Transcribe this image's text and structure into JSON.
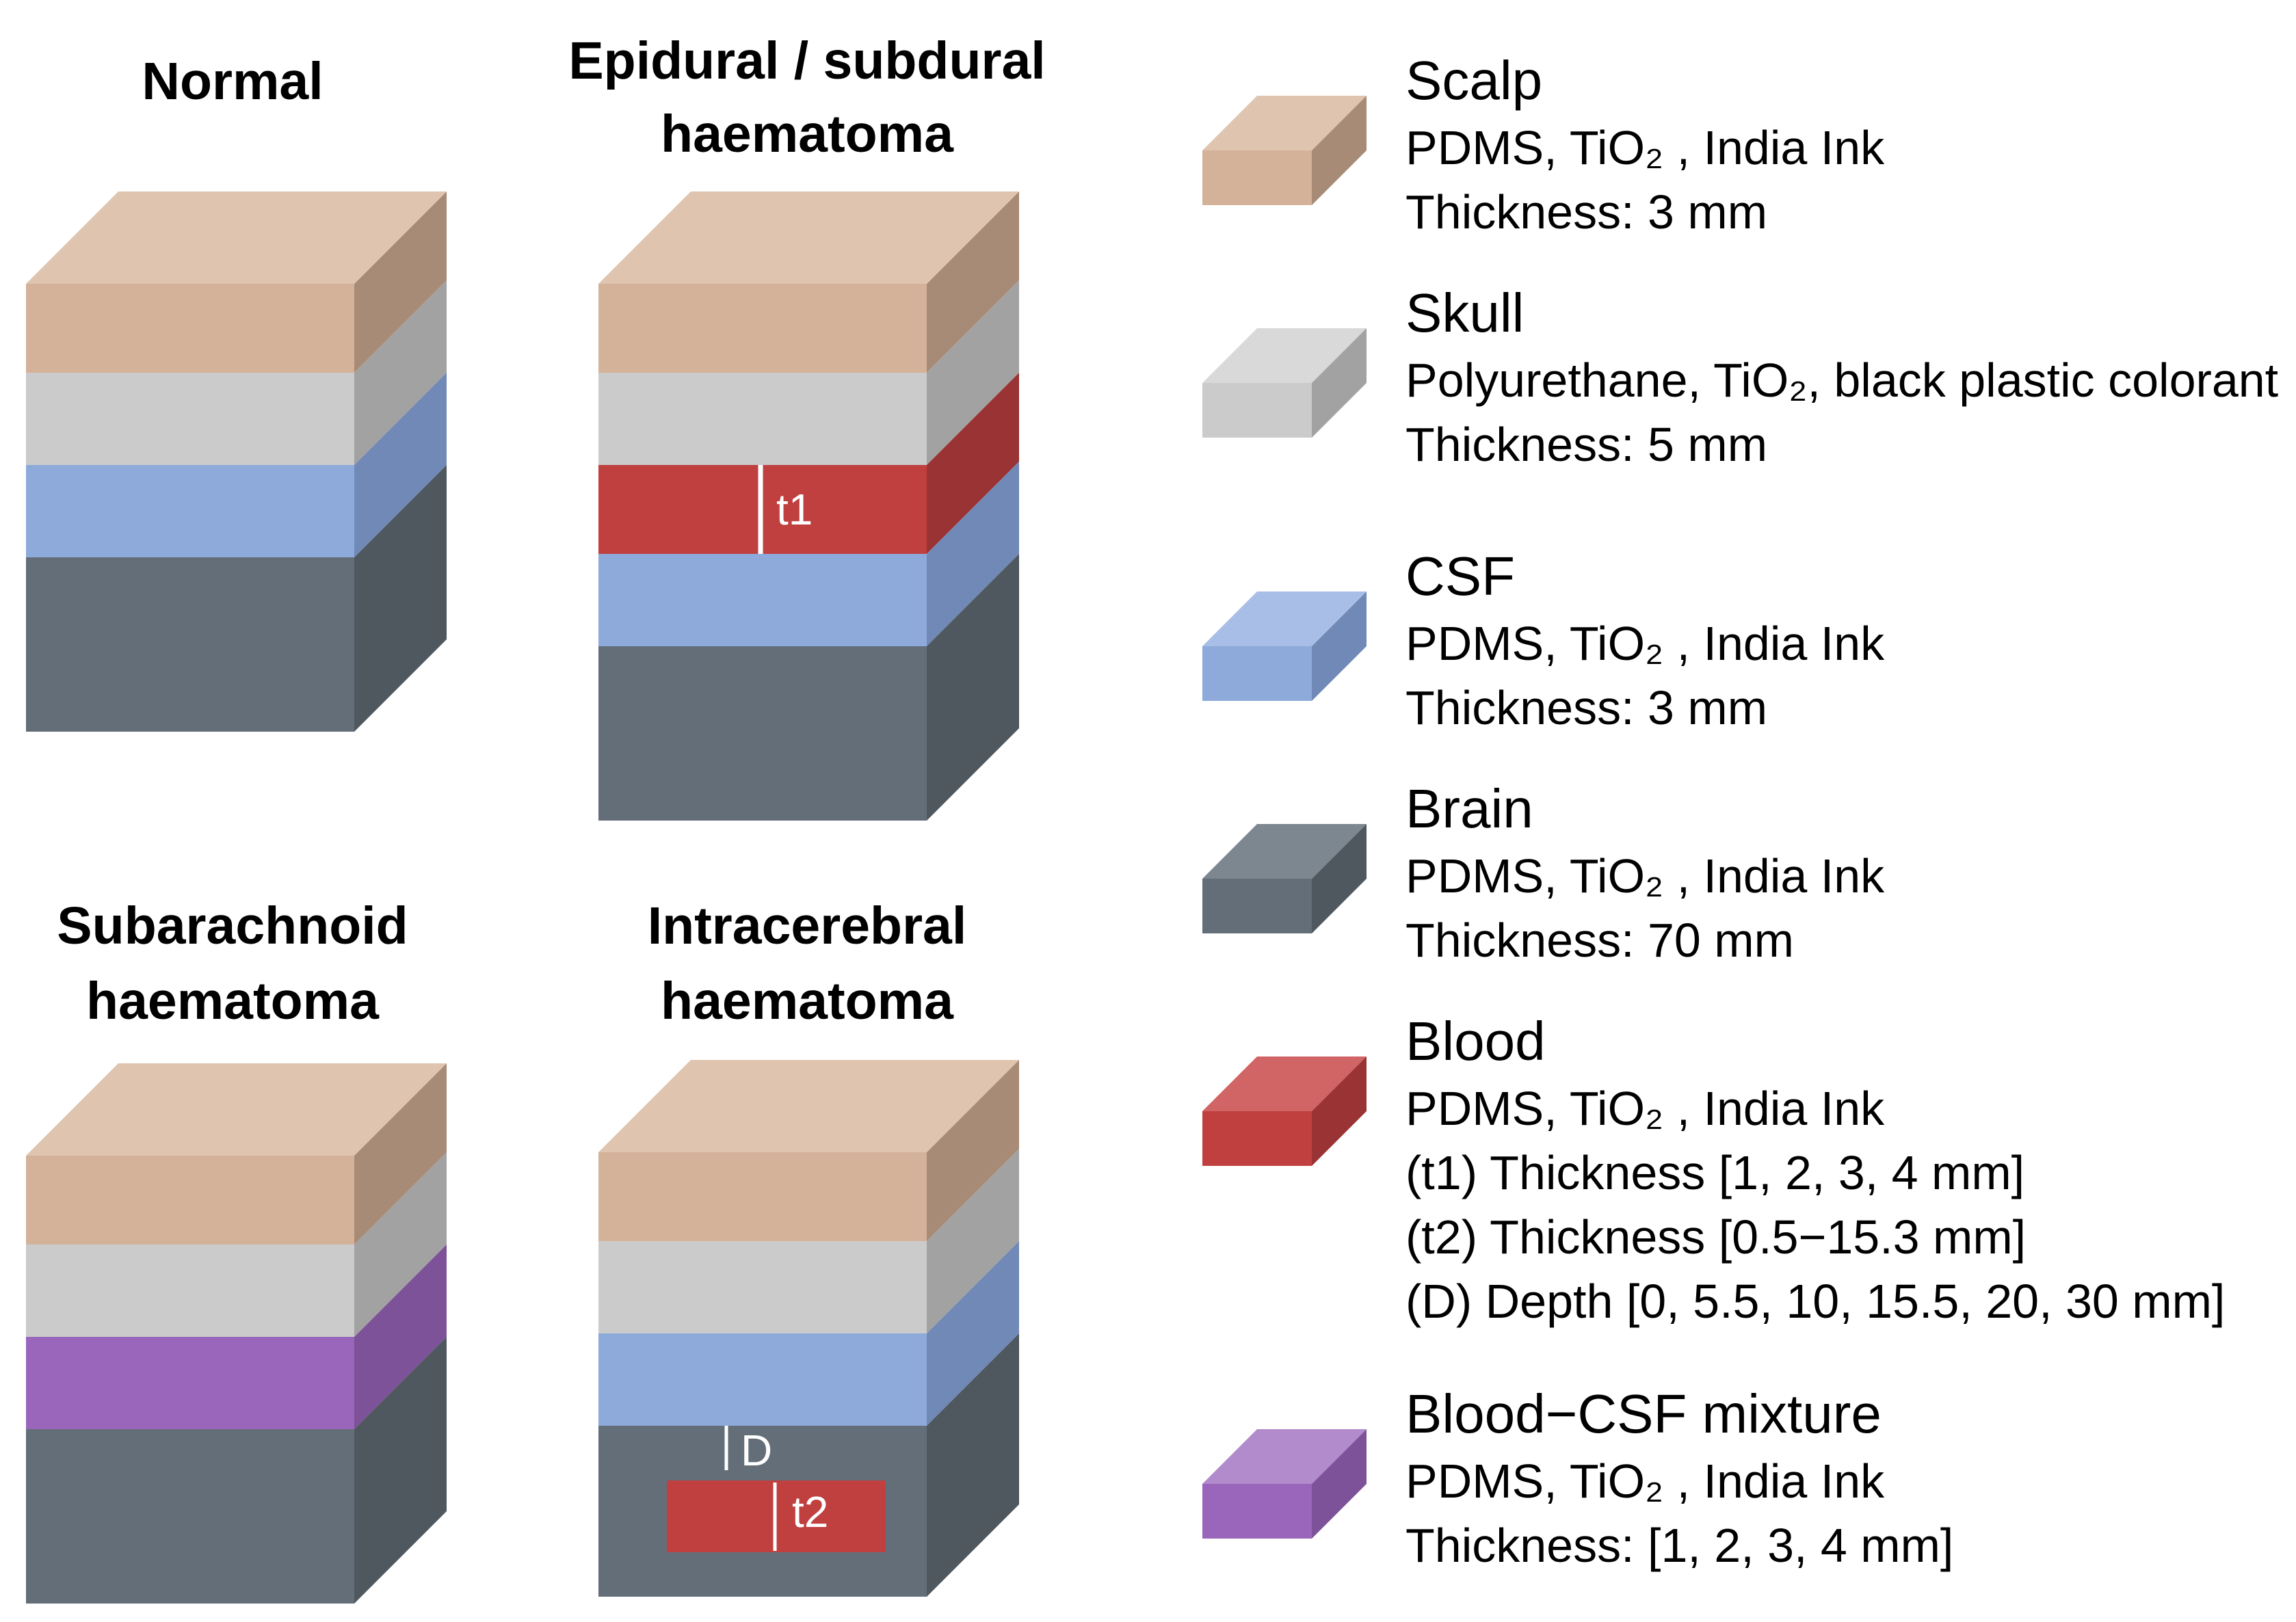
{
  "panels": {
    "normal": {
      "title_lines": [
        "Normal"
      ]
    },
    "epidural": {
      "title_lines": [
        "Epidural / subdural",
        "haematoma"
      ],
      "mark": "t1"
    },
    "subarachnoid": {
      "title_lines": [
        "Subarachnoid",
        "haematoma"
      ]
    },
    "intracerebral": {
      "title_lines": [
        "Intracerebral",
        "haematoma"
      ],
      "mark_depth": "D",
      "mark_thickness": "t2"
    }
  },
  "legend": [
    {
      "key": "scalp",
      "name": "Scalp",
      "lines": [
        "PDMS, TiO₂ , India Ink",
        "Thickness: 3 mm"
      ]
    },
    {
      "key": "skull",
      "name": "Skull",
      "lines": [
        "Polyurethane, TiO₂, black plastic colorant",
        "Thickness: 5 mm"
      ]
    },
    {
      "key": "csf",
      "name": "CSF",
      "lines": [
        "PDMS, TiO₂ , India Ink",
        "Thickness: 3 mm"
      ]
    },
    {
      "key": "brain",
      "name": "Brain",
      "lines": [
        "PDMS, TiO₂ , India Ink",
        "Thickness: 70 mm"
      ]
    },
    {
      "key": "blood",
      "name": "Blood",
      "lines": [
        "PDMS, TiO₂ , India Ink",
        "(t1) Thickness [1, 2, 3, 4  mm]",
        "(t2) Thickness [0.5−15.3 mm]",
        "(D) Depth [0, 5.5, 10, 15.5, 20, 30 mm]"
      ]
    },
    {
      "key": "mixture",
      "name": "Blood−CSF mixture",
      "lines": [
        "PDMS, TiO₂ , India Ink",
        "Thickness: [1, 2, 3, 4 mm]"
      ]
    }
  ],
  "colors": {
    "scalp": {
      "front": "#d4b29a",
      "top": "#dfc5b0",
      "side": "#a88b76"
    },
    "skull": {
      "front": "#cbcbcb",
      "top": "#d9d9d9",
      "side": "#a2a2a2"
    },
    "csf": {
      "front": "#8eaadb",
      "top": "#a9bee6",
      "side": "#7189b7"
    },
    "brain": {
      "front": "#636e79",
      "top": "#7d8790",
      "side": "#4f575f"
    },
    "blood": {
      "front": "#c04040",
      "top": "#d16464",
      "side": "#9a3333"
    },
    "mixture": {
      "front": "#9966bb",
      "top": "#b18bcc",
      "side": "#7d5298"
    }
  }
}
